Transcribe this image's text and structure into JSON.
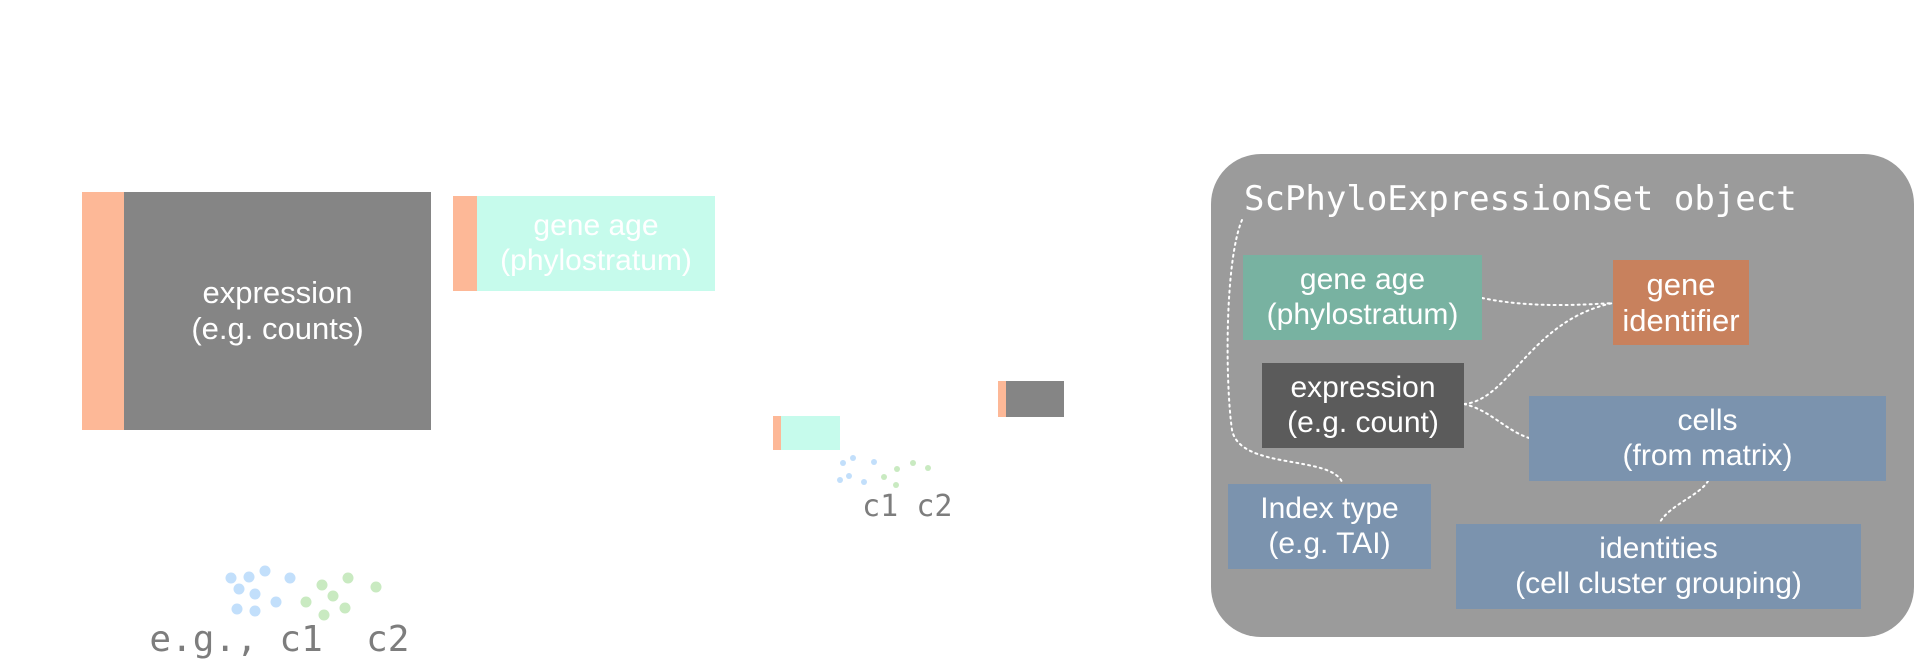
{
  "colors": {
    "peach": "#fdb897",
    "mint": "#c6fbec",
    "expression_gray": "#858585",
    "panel_gray": "#9b9b9b",
    "teal": "#78b2a1",
    "copper": "#c8815d",
    "dark_gray": "#5b5b5b",
    "slate_blue": "#7b93ae",
    "dot_blue": "#c2dffb",
    "dot_green": "#c9eac1",
    "label_gray": "#7d7d7d"
  },
  "left": {
    "expression": {
      "line1": "expression",
      "line2": "(e.g. counts)"
    },
    "gene_age": {
      "line1": "gene age",
      "line2": "(phylostratum)"
    },
    "example": {
      "prefix": "e.g., ",
      "c1": "c1",
      "c2": "c2"
    }
  },
  "middle": {
    "c1": "c1",
    "c2": "c2"
  },
  "panel": {
    "title": "ScPhyloExpressionSet object",
    "gene_age": {
      "line1": "gene age",
      "line2": "(phylostratum)"
    },
    "gene_identifier": {
      "line1": "gene",
      "line2": "identifier"
    },
    "expression": {
      "line1": "expression",
      "line2": "(e.g. count)"
    },
    "cells": {
      "line1": "cells",
      "line2": "(from matrix)"
    },
    "index_type": {
      "line1": "Index type",
      "line2": "(e.g. TAI)"
    },
    "identities": {
      "line1": "identities",
      "line2": "(cell cluster grouping)"
    }
  }
}
